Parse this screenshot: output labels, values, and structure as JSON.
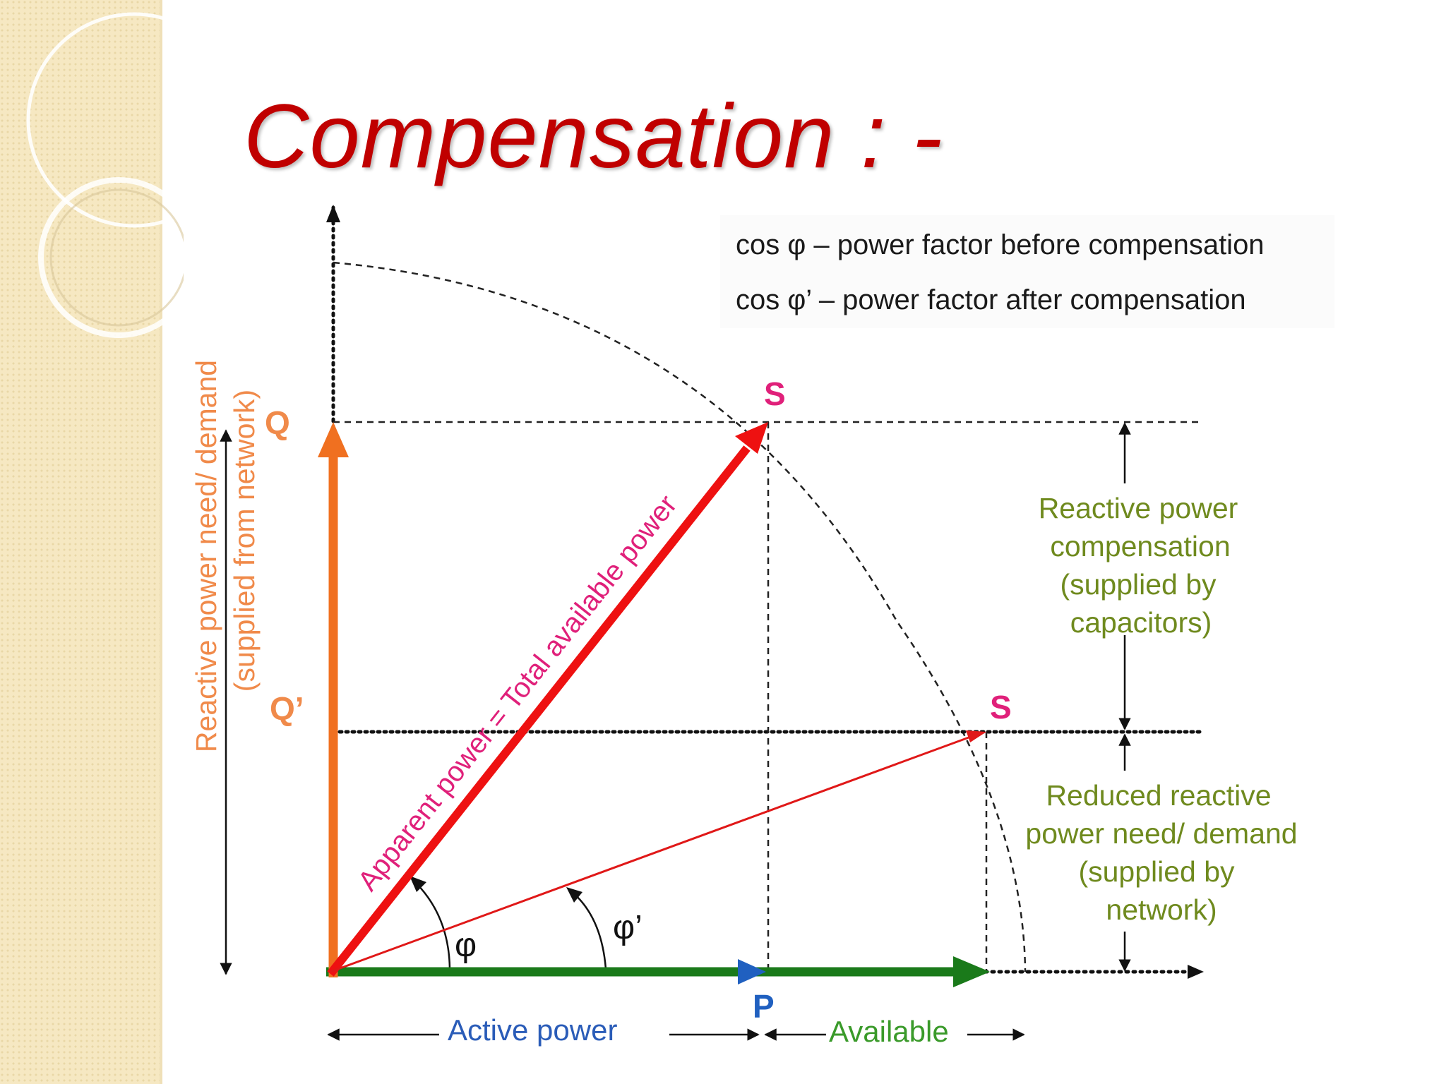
{
  "title": "Compensation : -",
  "legend": {
    "line1": "cos φ – power factor before compensation",
    "line2": "cos φ’ – power factor after compensation"
  },
  "labels": {
    "q": "Q",
    "q_prime": "Q’",
    "s_top": "S",
    "s_right": "S",
    "p": "P",
    "phi": "φ",
    "phi_prime": "φ’",
    "apparent": "Apparent power = Total available power",
    "active": "Active power",
    "available": "Available",
    "reactive_need_line1": "Reactive power need/ demand",
    "reactive_need_line2": "(supplied from network)"
  },
  "compensation": {
    "line1": "Reactive power",
    "line2": "compensation",
    "line3": "(supplied by",
    "line4": "capacitors)"
  },
  "reduced": {
    "line1": "Reduced reactive",
    "line2": "power need/ demand",
    "line3": "(supplied by",
    "line4": "network)"
  },
  "colors": {
    "title": "#c00000",
    "reactive_arrow": "#f07020",
    "apparent_arrow": "#ee1111",
    "active_arrow": "#1a7a1a",
    "p_marker": "#2060c0",
    "magenta_label": "#e0207a",
    "olive_text": "#6f8a1e",
    "sidebar": "#f6e8c2"
  }
}
